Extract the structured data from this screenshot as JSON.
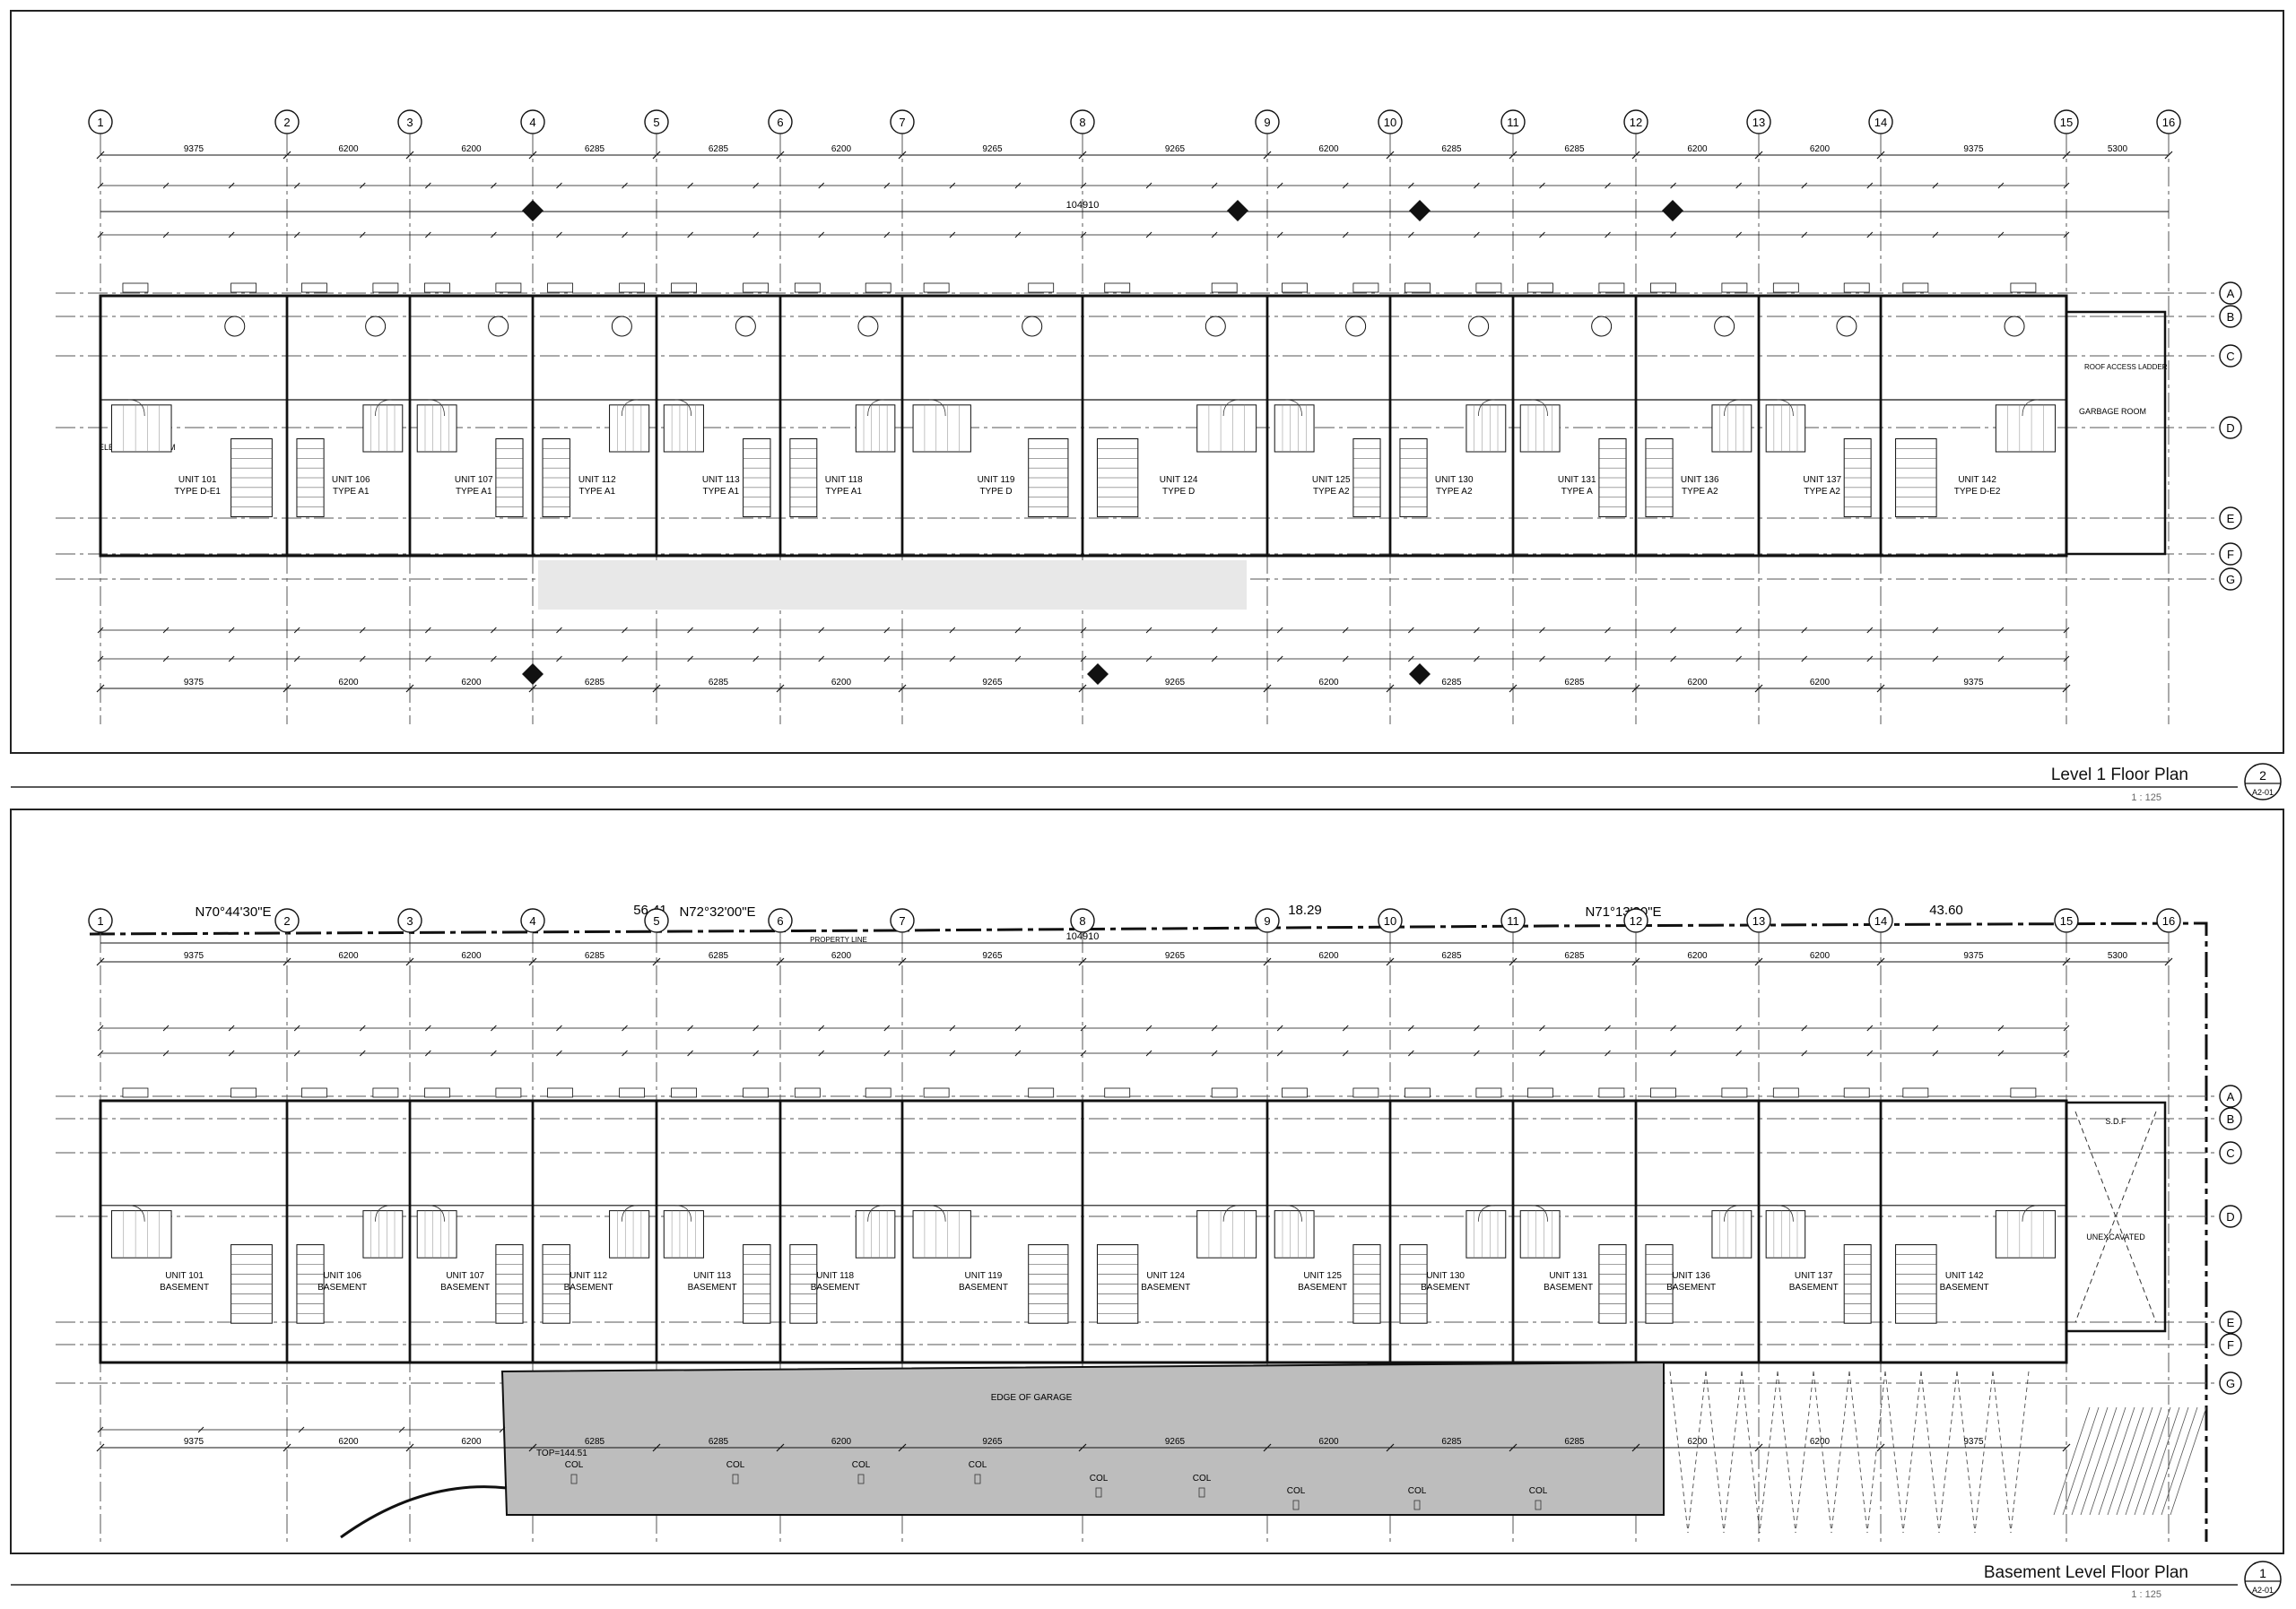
{
  "grid_columns": [
    "1",
    "2",
    "3",
    "4",
    "5",
    "6",
    "7",
    "8",
    "9",
    "10",
    "11",
    "12",
    "13",
    "14",
    "15",
    "16"
  ],
  "grid_rows": [
    "A",
    "B",
    "C",
    "D",
    "E",
    "F",
    "G"
  ],
  "level1": {
    "title": "Level 1 Floor Plan",
    "scale": "1 : 125",
    "tag_number": "2",
    "tag_sheet": "A2-01",
    "overall_dimension": "104910",
    "bay_dims_top": [
      "9375",
      "6200",
      "6200",
      "6285",
      "6285",
      "6200",
      "9265",
      "9265",
      "6200",
      "6285",
      "6285",
      "6200",
      "6200",
      "9375",
      "5300"
    ],
    "bay_dims_bottom": [
      "9375",
      "6200",
      "6200",
      "6285",
      "6285",
      "6200",
      "9265",
      "9265",
      "6200",
      "6285",
      "6285",
      "6200",
      "6200",
      "9375"
    ],
    "units": [
      {
        "name": "UNIT 101",
        "type": "TYPE D-E1"
      },
      {
        "name": "UNIT 106",
        "type": "TYPE A1"
      },
      {
        "name": "UNIT 107",
        "type": "TYPE A1"
      },
      {
        "name": "UNIT 112",
        "type": "TYPE A1"
      },
      {
        "name": "UNIT 113",
        "type": "TYPE A1"
      },
      {
        "name": "UNIT 118",
        "type": "TYPE A1"
      },
      {
        "name": "UNIT 119",
        "type": "TYPE D"
      },
      {
        "name": "UNIT 124",
        "type": "TYPE D"
      },
      {
        "name": "UNIT 125",
        "type": "TYPE A2"
      },
      {
        "name": "UNIT 130",
        "type": "TYPE A2"
      },
      {
        "name": "UNIT 131",
        "type": "TYPE A"
      },
      {
        "name": "UNIT 136",
        "type": "TYPE A2"
      },
      {
        "name": "UNIT 137",
        "type": "TYPE A2"
      },
      {
        "name": "UNIT 142",
        "type": "TYPE D-E2"
      }
    ],
    "rooms": {
      "electrical": "ELECTRICAL ROOM",
      "garbage": "GARBAGE ROOM",
      "roof_access": "ROOF ACCESS LADDER"
    }
  },
  "basement": {
    "title": "Basement Level Floor Plan",
    "scale": "1 : 125",
    "tag_number": "1",
    "tag_sheet": "A2-01",
    "overall_dimension": "104910",
    "bearings": [
      "N70°44'30\"E",
      "N72°32'00\"E",
      "N71°13'30\"E"
    ],
    "distances": [
      "56.41",
      "18.29",
      "43.60"
    ],
    "property_line": "PROPERTY LINE",
    "units": [
      {
        "name": "UNIT 101",
        "type": "BASEMENT"
      },
      {
        "name": "UNIT 106",
        "type": "BASEMENT"
      },
      {
        "name": "UNIT 107",
        "type": "BASEMENT"
      },
      {
        "name": "UNIT 112",
        "type": "BASEMENT"
      },
      {
        "name": "UNIT 113",
        "type": "BASEMENT"
      },
      {
        "name": "UNIT 118",
        "type": "BASEMENT"
      },
      {
        "name": "UNIT 119",
        "type": "BASEMENT"
      },
      {
        "name": "UNIT 124",
        "type": "BASEMENT"
      },
      {
        "name": "UNIT 125",
        "type": "BASEMENT"
      },
      {
        "name": "UNIT 130",
        "type": "BASEMENT"
      },
      {
        "name": "UNIT 131",
        "type": "BASEMENT"
      },
      {
        "name": "UNIT 136",
        "type": "BASEMENT"
      },
      {
        "name": "UNIT 137",
        "type": "BASEMENT"
      },
      {
        "name": "UNIT 142",
        "type": "BASEMENT"
      }
    ],
    "garage_labels": {
      "col": "COL",
      "edge": "EDGE OF GARAGE",
      "top": "TOP=144.51",
      "unexcavated": "UNEXCAVATED",
      "sdf": "S.D.F"
    }
  },
  "colors": {
    "line": "#111111",
    "hatch": "#d0d0d0",
    "garage": "#bdbdbd",
    "light": "#e8e8e8"
  }
}
